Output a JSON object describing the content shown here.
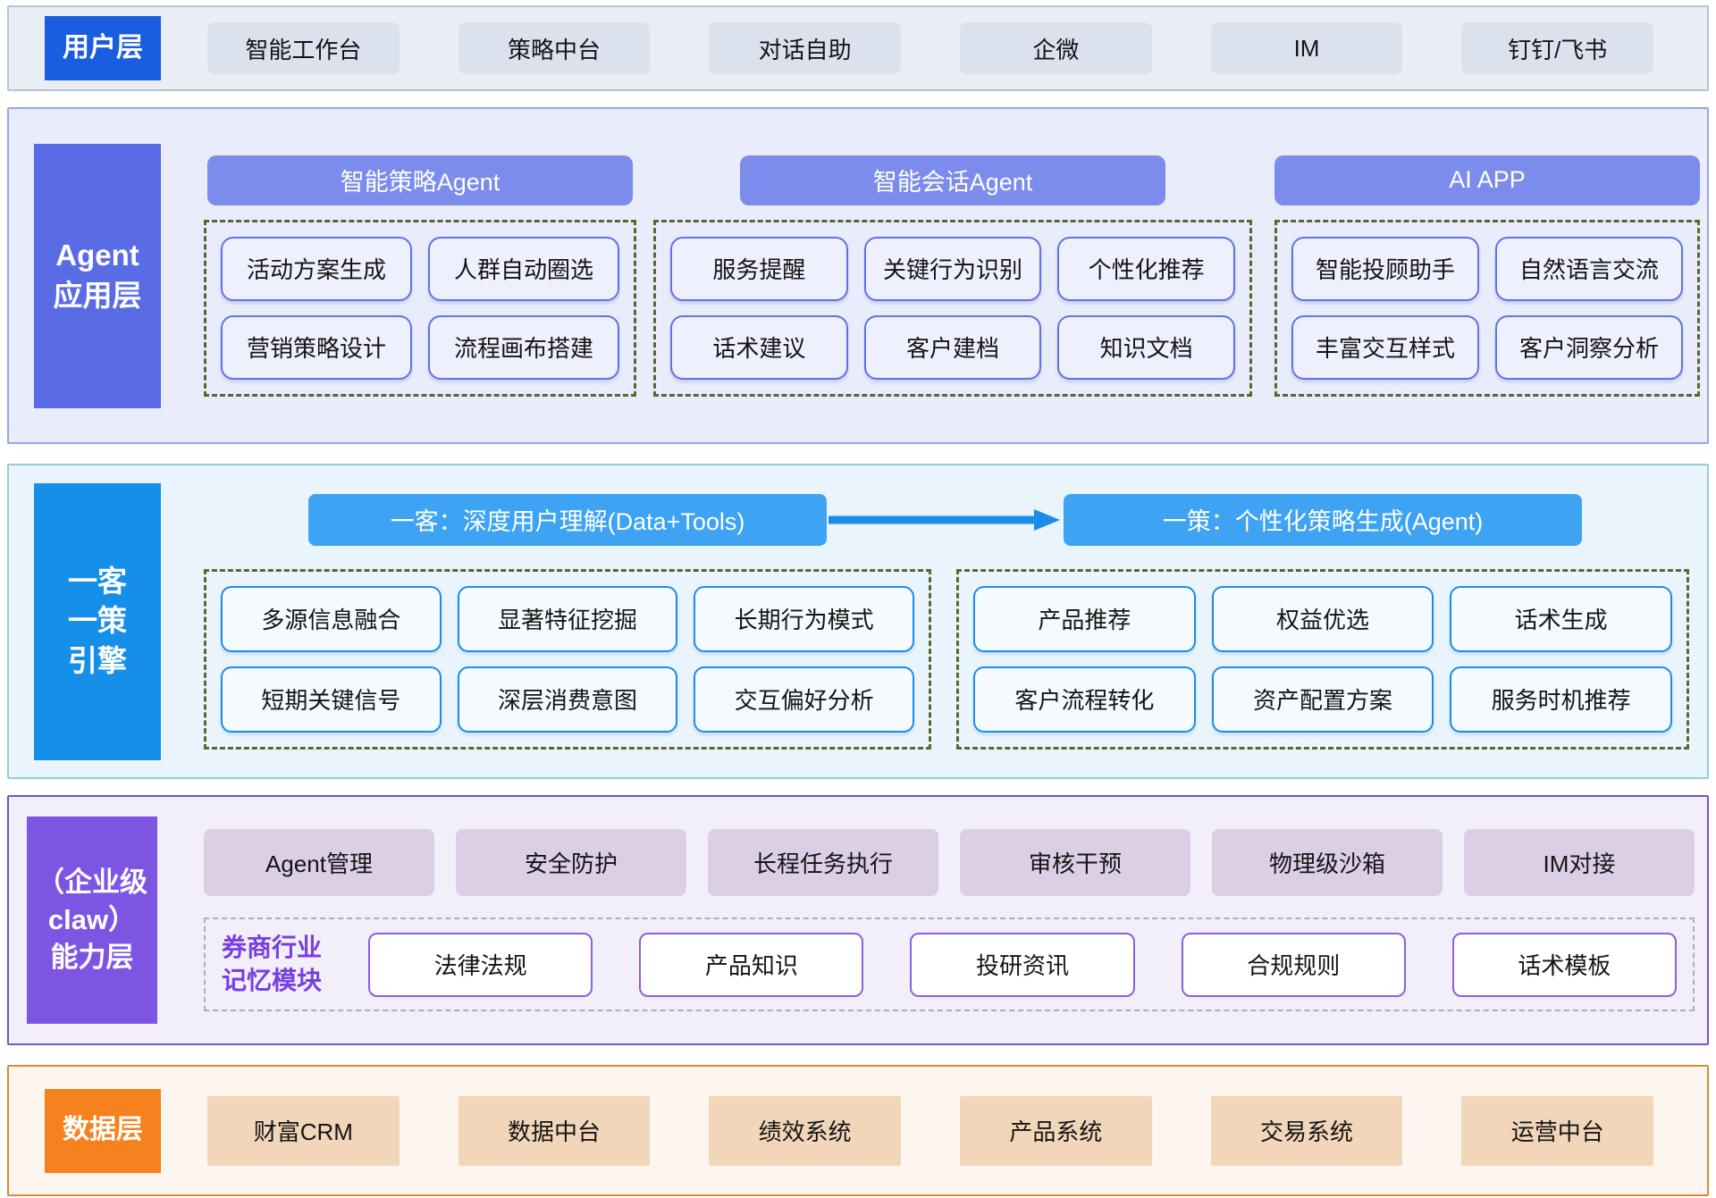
{
  "layers": {
    "user": {
      "label": "用户层",
      "items": [
        "智能工作台",
        "策略中台",
        "对话自助",
        "企微",
        "IM",
        "钉钉/飞书"
      ]
    },
    "agent": {
      "label_line1": "Agent",
      "label_line2": "应用层",
      "groups": [
        {
          "header": "智能策略Agent",
          "items": [
            "活动方案生成",
            "人群自动圈选",
            "营销策略设计",
            "流程画布搭建"
          ]
        },
        {
          "header": "智能会话Agent",
          "items": [
            "服务提醒",
            "关键行为识别",
            "个性化推荐",
            "话术建议",
            "客户建档",
            "知识文档"
          ]
        },
        {
          "header": "AI APP",
          "items": [
            "智能投顾助手",
            "自然语言交流",
            "丰富交互样式",
            "客户洞察分析"
          ]
        }
      ]
    },
    "engine": {
      "label_line1": "一客",
      "label_line2": "一策",
      "label_line3": "引擎",
      "left_header": "一客：深度用户理解(Data+Tools)",
      "right_header": "一策：个性化策略生成(Agent)",
      "left_items": [
        "多源信息融合",
        "显著特征挖掘",
        "长期行为模式",
        "短期关键信号",
        "深层消费意图",
        "交互偏好分析"
      ],
      "right_items": [
        "产品推荐",
        "权益优选",
        "话术生成",
        "客户流程转化",
        "资产配置方案",
        "服务时机推荐"
      ]
    },
    "capability": {
      "label_line1": "（企业级",
      "label_line2": "claw）",
      "label_line3": "能力层",
      "row1": [
        "Agent管理",
        "安全防护",
        "长程任务执行",
        "审核干预",
        "物理级沙箱",
        "IM对接"
      ],
      "memory_label_line1": "券商行业",
      "memory_label_line2": "记忆模块",
      "memory_items": [
        "法律法规",
        "产品知识",
        "投研资讯",
        "合规规则",
        "话术模板"
      ]
    },
    "data": {
      "label": "数据层",
      "items": [
        "财富CRM",
        "数据中台",
        "绩效系统",
        "产品系统",
        "交易系统",
        "运营中台"
      ]
    }
  },
  "colors": {
    "user_label_bg": "#1a5de0",
    "agent_label_bg": "#5a6be6",
    "agent_subheader_bg": "#7c8cec",
    "engine_label_bg": "#168fe8",
    "engine_header_bg": "#3da3f2",
    "engine_chip_border": "#1b8ce8",
    "capability_label_bg": "#7e55e3",
    "capability_pill_bg": "#dccfe5",
    "memory_text": "#7a3fe0",
    "data_label_bg": "#f5821f",
    "data_chip_bg": "#f2d6ba",
    "arrow": "#1b8ce8"
  }
}
